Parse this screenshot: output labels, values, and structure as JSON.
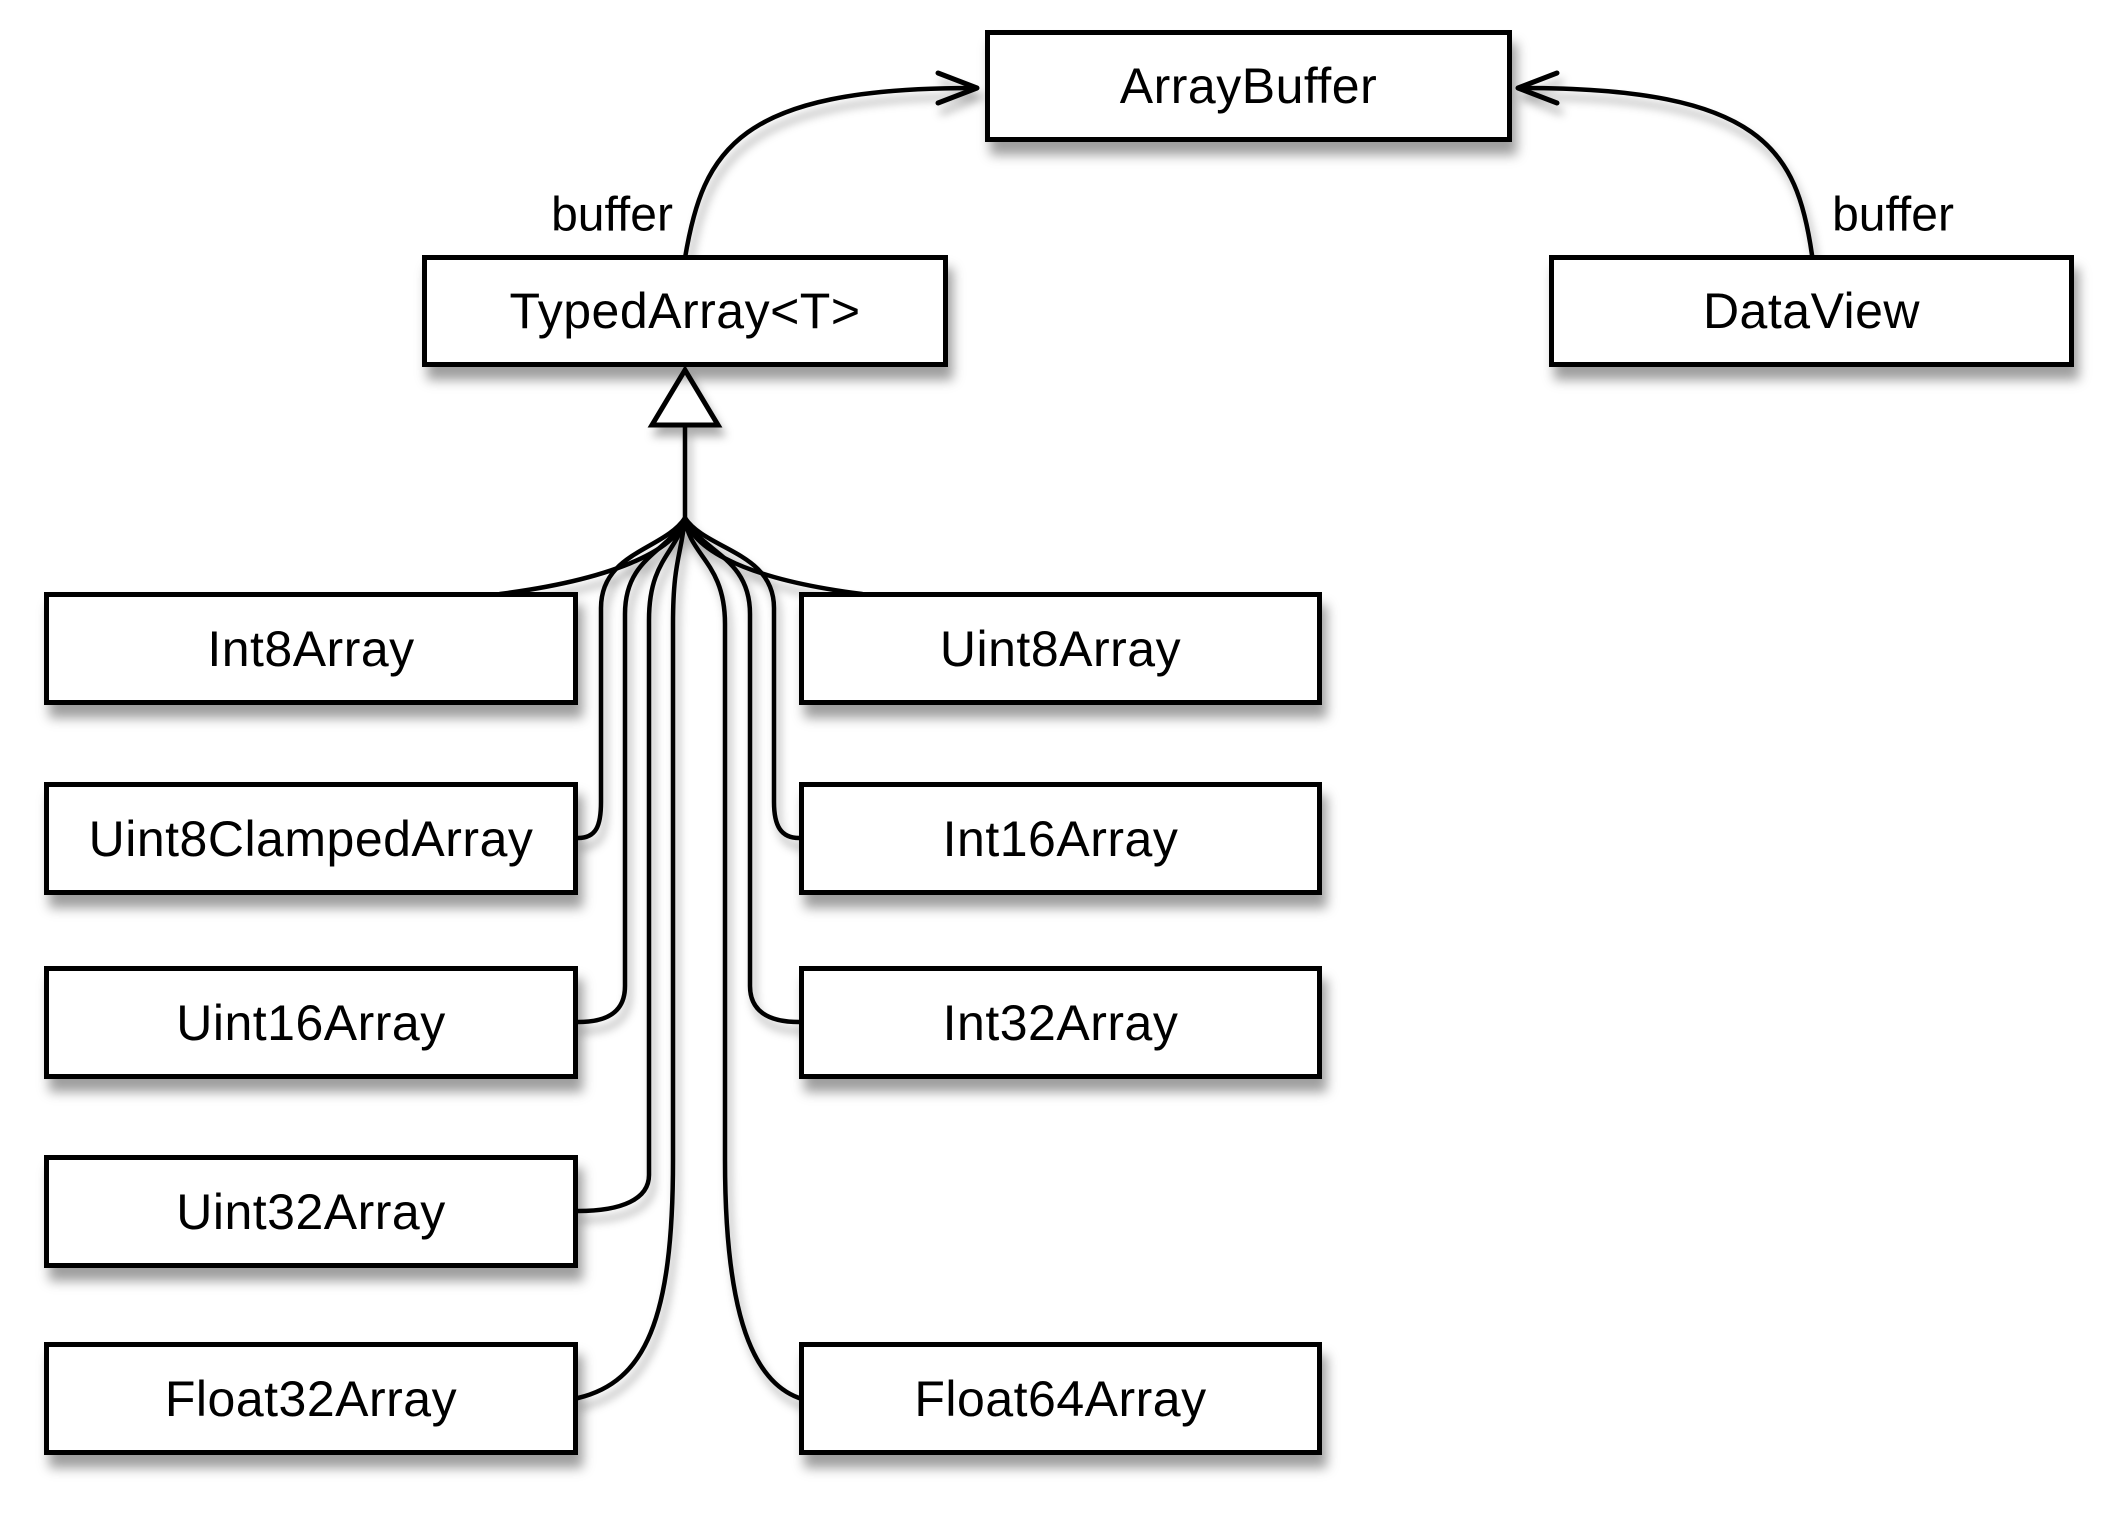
{
  "diagram": {
    "nodes": {
      "arraybuffer": {
        "label": "ArrayBuffer"
      },
      "typedarray": {
        "label": "TypedArray<T>"
      },
      "dataview": {
        "label": "DataView"
      },
      "int8array": {
        "label": "Int8Array"
      },
      "uint8array": {
        "label": "Uint8Array"
      },
      "uint8clampedarray": {
        "label": "Uint8ClampedArray"
      },
      "int16array": {
        "label": "Int16Array"
      },
      "uint16array": {
        "label": "Uint16Array"
      },
      "int32array": {
        "label": "Int32Array"
      },
      "uint32array": {
        "label": "Uint32Array"
      },
      "float32array": {
        "label": "Float32Array"
      },
      "float64array": {
        "label": "Float64Array"
      }
    },
    "edges": [
      {
        "from": "TypedArray<T>",
        "to": "ArrayBuffer",
        "label": "buffer",
        "type": "arrow"
      },
      {
        "from": "DataView",
        "to": "ArrayBuffer",
        "label": "buffer",
        "type": "arrow"
      },
      {
        "from": "Int8Array",
        "to": "TypedArray<T>",
        "type": "inheritance"
      },
      {
        "from": "Uint8Array",
        "to": "TypedArray<T>",
        "type": "inheritance"
      },
      {
        "from": "Uint8ClampedArray",
        "to": "TypedArray<T>",
        "type": "inheritance"
      },
      {
        "from": "Int16Array",
        "to": "TypedArray<T>",
        "type": "inheritance"
      },
      {
        "from": "Uint16Array",
        "to": "TypedArray<T>",
        "type": "inheritance"
      },
      {
        "from": "Int32Array",
        "to": "TypedArray<T>",
        "type": "inheritance"
      },
      {
        "from": "Uint32Array",
        "to": "TypedArray<T>",
        "type": "inheritance"
      },
      {
        "from": "Float32Array",
        "to": "TypedArray<T>",
        "type": "inheritance"
      },
      {
        "from": "Float64Array",
        "to": "TypedArray<T>",
        "type": "inheritance"
      }
    ],
    "colors": {
      "background": "#ffffff",
      "box_fill": "#ffffff",
      "stroke": "#000000"
    }
  }
}
